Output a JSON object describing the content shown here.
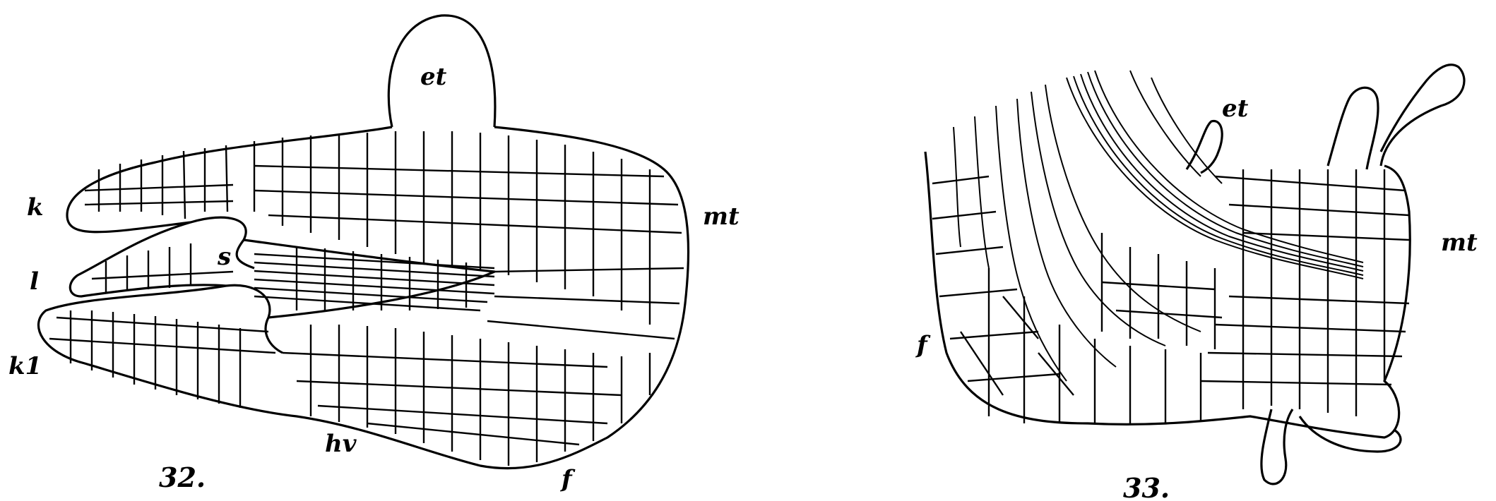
{
  "figures": [
    {
      "number": "32.",
      "labels": {
        "et": "et",
        "k": "k",
        "l": "l",
        "k1": "k1",
        "s": "s",
        "mt": "mt",
        "hv": "hv",
        "f": "f"
      }
    },
    {
      "number": "33.",
      "labels": {
        "et": "et",
        "mt": "mt",
        "f": "f"
      }
    }
  ]
}
